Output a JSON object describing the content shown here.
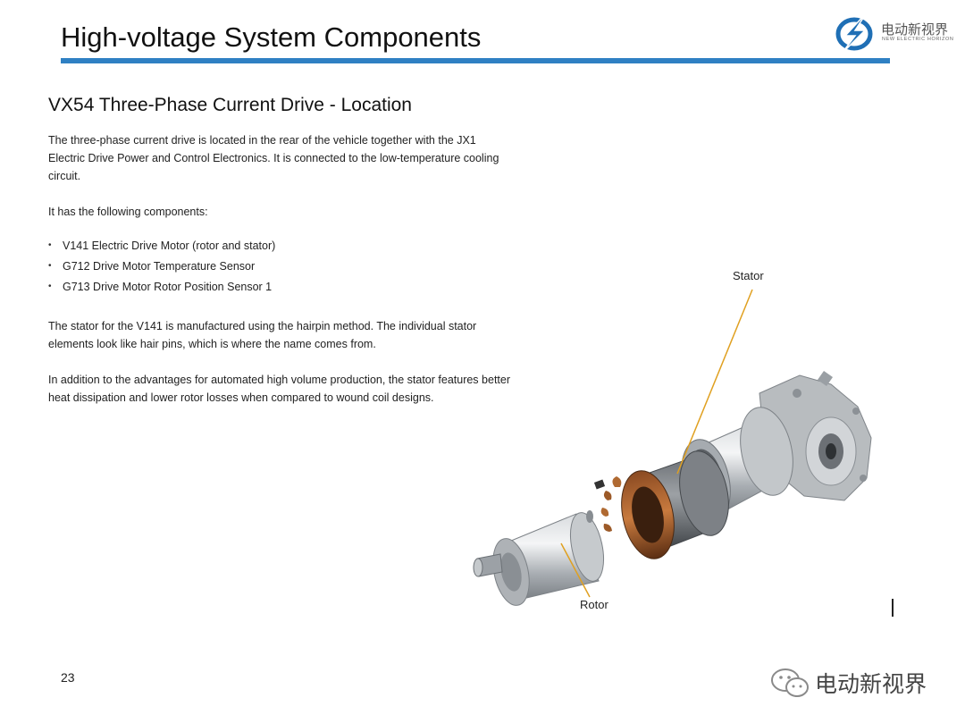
{
  "header": {
    "title": "High-voltage System Components",
    "logo_cn": "电动新视界",
    "logo_en": "NEW ELECTRIC HORIZON"
  },
  "content": {
    "subtitle": "VX54 Three-Phase Current Drive - Location",
    "para1": "The three-phase current drive is located in the rear of the vehicle together with the JX1 Electric Drive Power and Control Electronics.  It is connected to the low-temperature cooling circuit.",
    "para2": "It has the following components:",
    "components": [
      "V141 Electric Drive Motor (rotor and stator)",
      "G712 Drive Motor Temperature Sensor",
      "G713 Drive Motor Rotor Position Sensor 1"
    ],
    "para3": "The stator for the V141 is manufactured using the hairpin method.  The individual stator elements look like hair pins, which is where the name comes from.",
    "para4": "In addition to the advantages for automated high volume production, the stator features better heat dissipation and lower rotor losses when compared to wound coil designs."
  },
  "figure": {
    "stator_label": "Stator",
    "rotor_label": "Rotor"
  },
  "footer": {
    "page_number": "23",
    "watermark": "电动新视界"
  },
  "colors": {
    "accent_rule": "#2f80c3",
    "leader_line": "#e0a020",
    "logo_blue": "#1f6fb5"
  }
}
